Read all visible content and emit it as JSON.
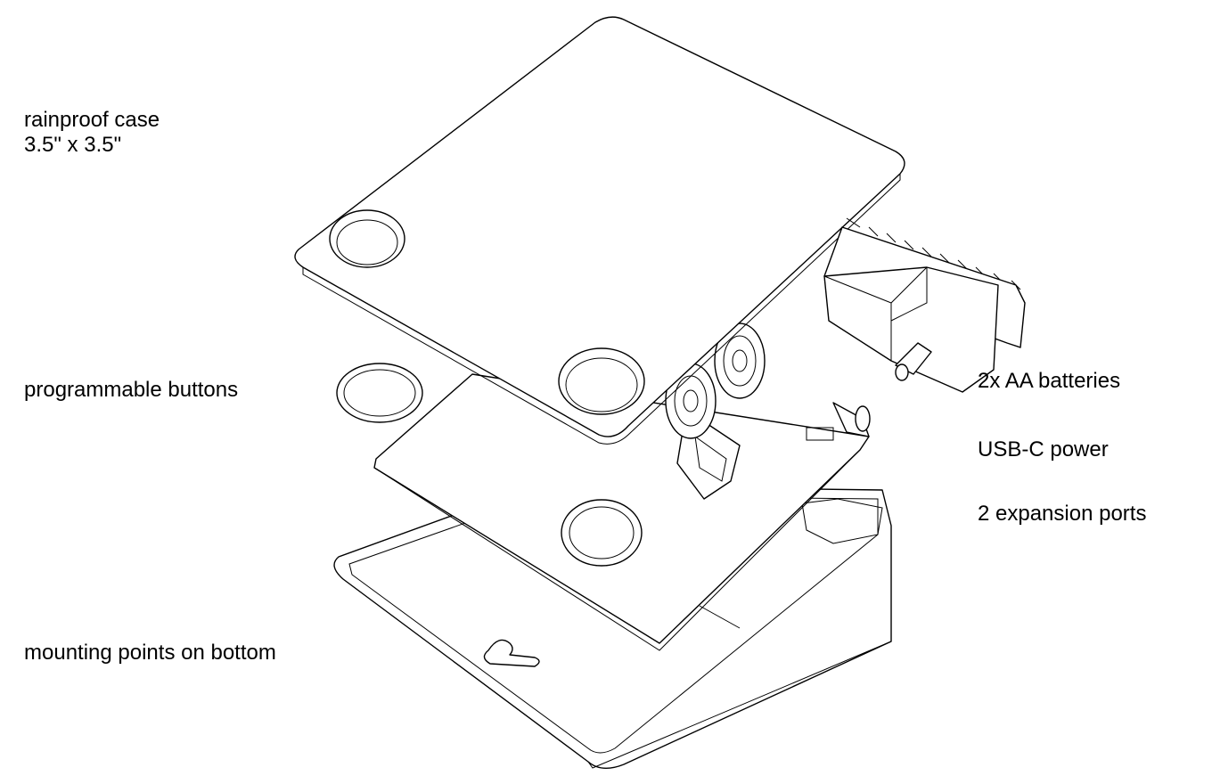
{
  "labels": {
    "case_title": "rainproof case",
    "case_size": "3.5\" x 3.5\"",
    "buttons": "programmable buttons",
    "mounting": "mounting points on bottom",
    "batteries": "2x AA batteries",
    "usb": "USB-C power",
    "expansion": "2 expansion ports"
  }
}
